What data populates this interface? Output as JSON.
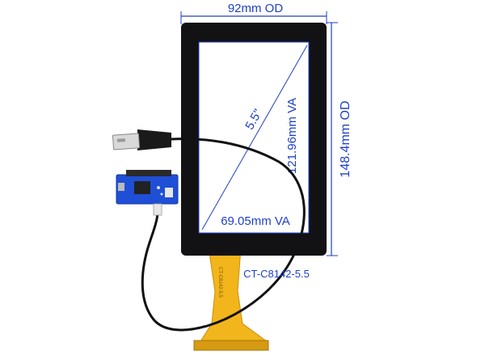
{
  "dimensions": {
    "outer_width": "92mm OD",
    "outer_height": "148.4mm OD",
    "view_height": "121.96mm VA",
    "view_width": "69.05mm VA",
    "diagonal": "5.5\""
  },
  "model_label": "CT-C8142-5.5",
  "colors": {
    "dimension": "#1f3fc8",
    "panel_frame": "#101012",
    "flex_cable": "#f2b51c",
    "board": "#1e4fd6",
    "usb_cable": "#111111"
  }
}
